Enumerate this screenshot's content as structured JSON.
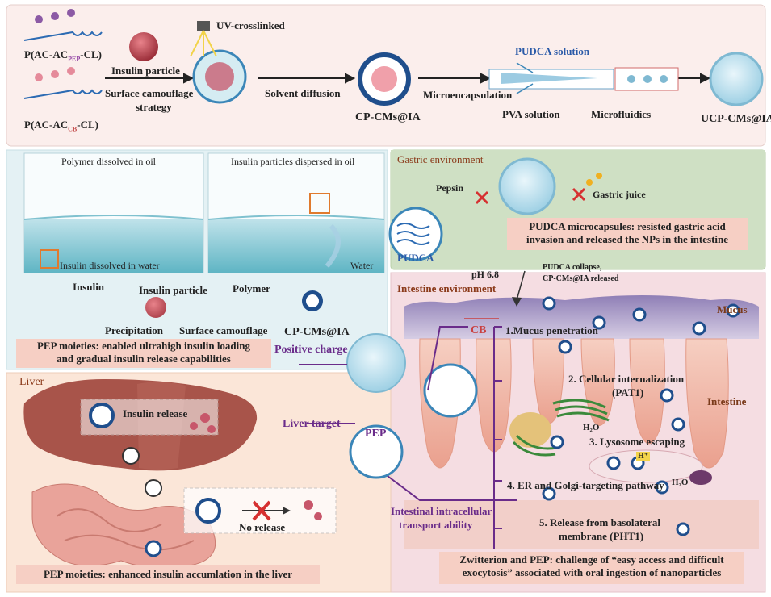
{
  "top": {
    "polymer_pep_prefix": "P(AC-AC",
    "polymer_pep_sub": "PEP",
    "polymer_pep_suffix": "-CL)",
    "polymer_cb_prefix": "P(AC-AC",
    "polymer_cb_sub": "CB",
    "polymer_cb_suffix": "-CL)",
    "insulin_particle": "Insulin particle",
    "strategy_line1": "Surface camouflage",
    "strategy_line2": "strategy",
    "uv": "UV-crosslinked",
    "solvent_diffusion": "Solvent diffusion",
    "cp_cms_ia": "CP-CMs@IA",
    "microencapsulation": "Microencapsulation",
    "pudca_solution": "PUDCA solution",
    "pva_solution": "PVA solution",
    "microfluidics": "Microfluidics",
    "ucp_cms_ia": "UCP-CMs@IA"
  },
  "emulsion": {
    "polymer_oil": "Polymer dissolved in oil",
    "insulin_water": "Insulin dissolved in water",
    "particles_oil": "Insulin particles dispersed in oil",
    "water": "Water",
    "insulin": "Insulin",
    "insulin_particle": "Insulin particle",
    "polymer": "Polymer",
    "precipitation": "Precipitation",
    "surface_camouflage": "Surface camouflage",
    "cp_cms_ia": "CP-CMs@IA",
    "pep_note_line1": "PEP moieties: enabled ultrahigh insulin loading",
    "pep_note_line2": "and gradual insulin release capabilities"
  },
  "gastric": {
    "title": "Gastric environment",
    "pepsin": "Pepsin",
    "gastric_juice": "Gastric juice",
    "note_line1": "PUDCA microcapsules: resisted gastric acid",
    "note_line2": "invasion and released the NPs in the intestine",
    "pudca": "PUDCA",
    "ph": "pH 6.8",
    "collapse_line1": "PUDCA collapse,",
    "collapse_line2": "CP-CMs@IA released"
  },
  "intestine": {
    "title": "Intestine environment",
    "mucus": "Mucus",
    "cb": "CB",
    "step1": "1.Mucus penetration",
    "step2_line1": "2. Cellular internalization",
    "step2_line2": "(PAT1)",
    "intestine_label": "Intestine",
    "h2o_1": "H₂O",
    "step3": "3. Lysosome escaping",
    "hplus": "H⁺",
    "step4": "4. ER and Golgi-targeting pathway",
    "h2o_2": "H₂O",
    "step5_line1": "5. Release from basolateral",
    "step5_line2": "membrane (PHT1)",
    "note_line1": "Zwitterion and PEP: challenge of “easy access and difficult",
    "note_line2": "exocytosis” associated with oral ingestion of nanoparticles"
  },
  "center": {
    "positive_charge": "Positive charge",
    "liver_target": "Liver target",
    "pep": "PEP",
    "transport_line1": "Intestinal intracellular",
    "transport_line2": "transport ability"
  },
  "liver": {
    "title": "Liver",
    "insulin_release": "Insulin release",
    "no_release": "No release",
    "note": "PEP moieties: enhanced insulin accumlation in the liver"
  },
  "colors": {
    "purple_text": "#6a2c8a",
    "brown_title": "#8b3a1a",
    "blue_text": "#2a5aa8",
    "note_bg": "#f6cfc4",
    "liver_red": "#a8544a"
  }
}
